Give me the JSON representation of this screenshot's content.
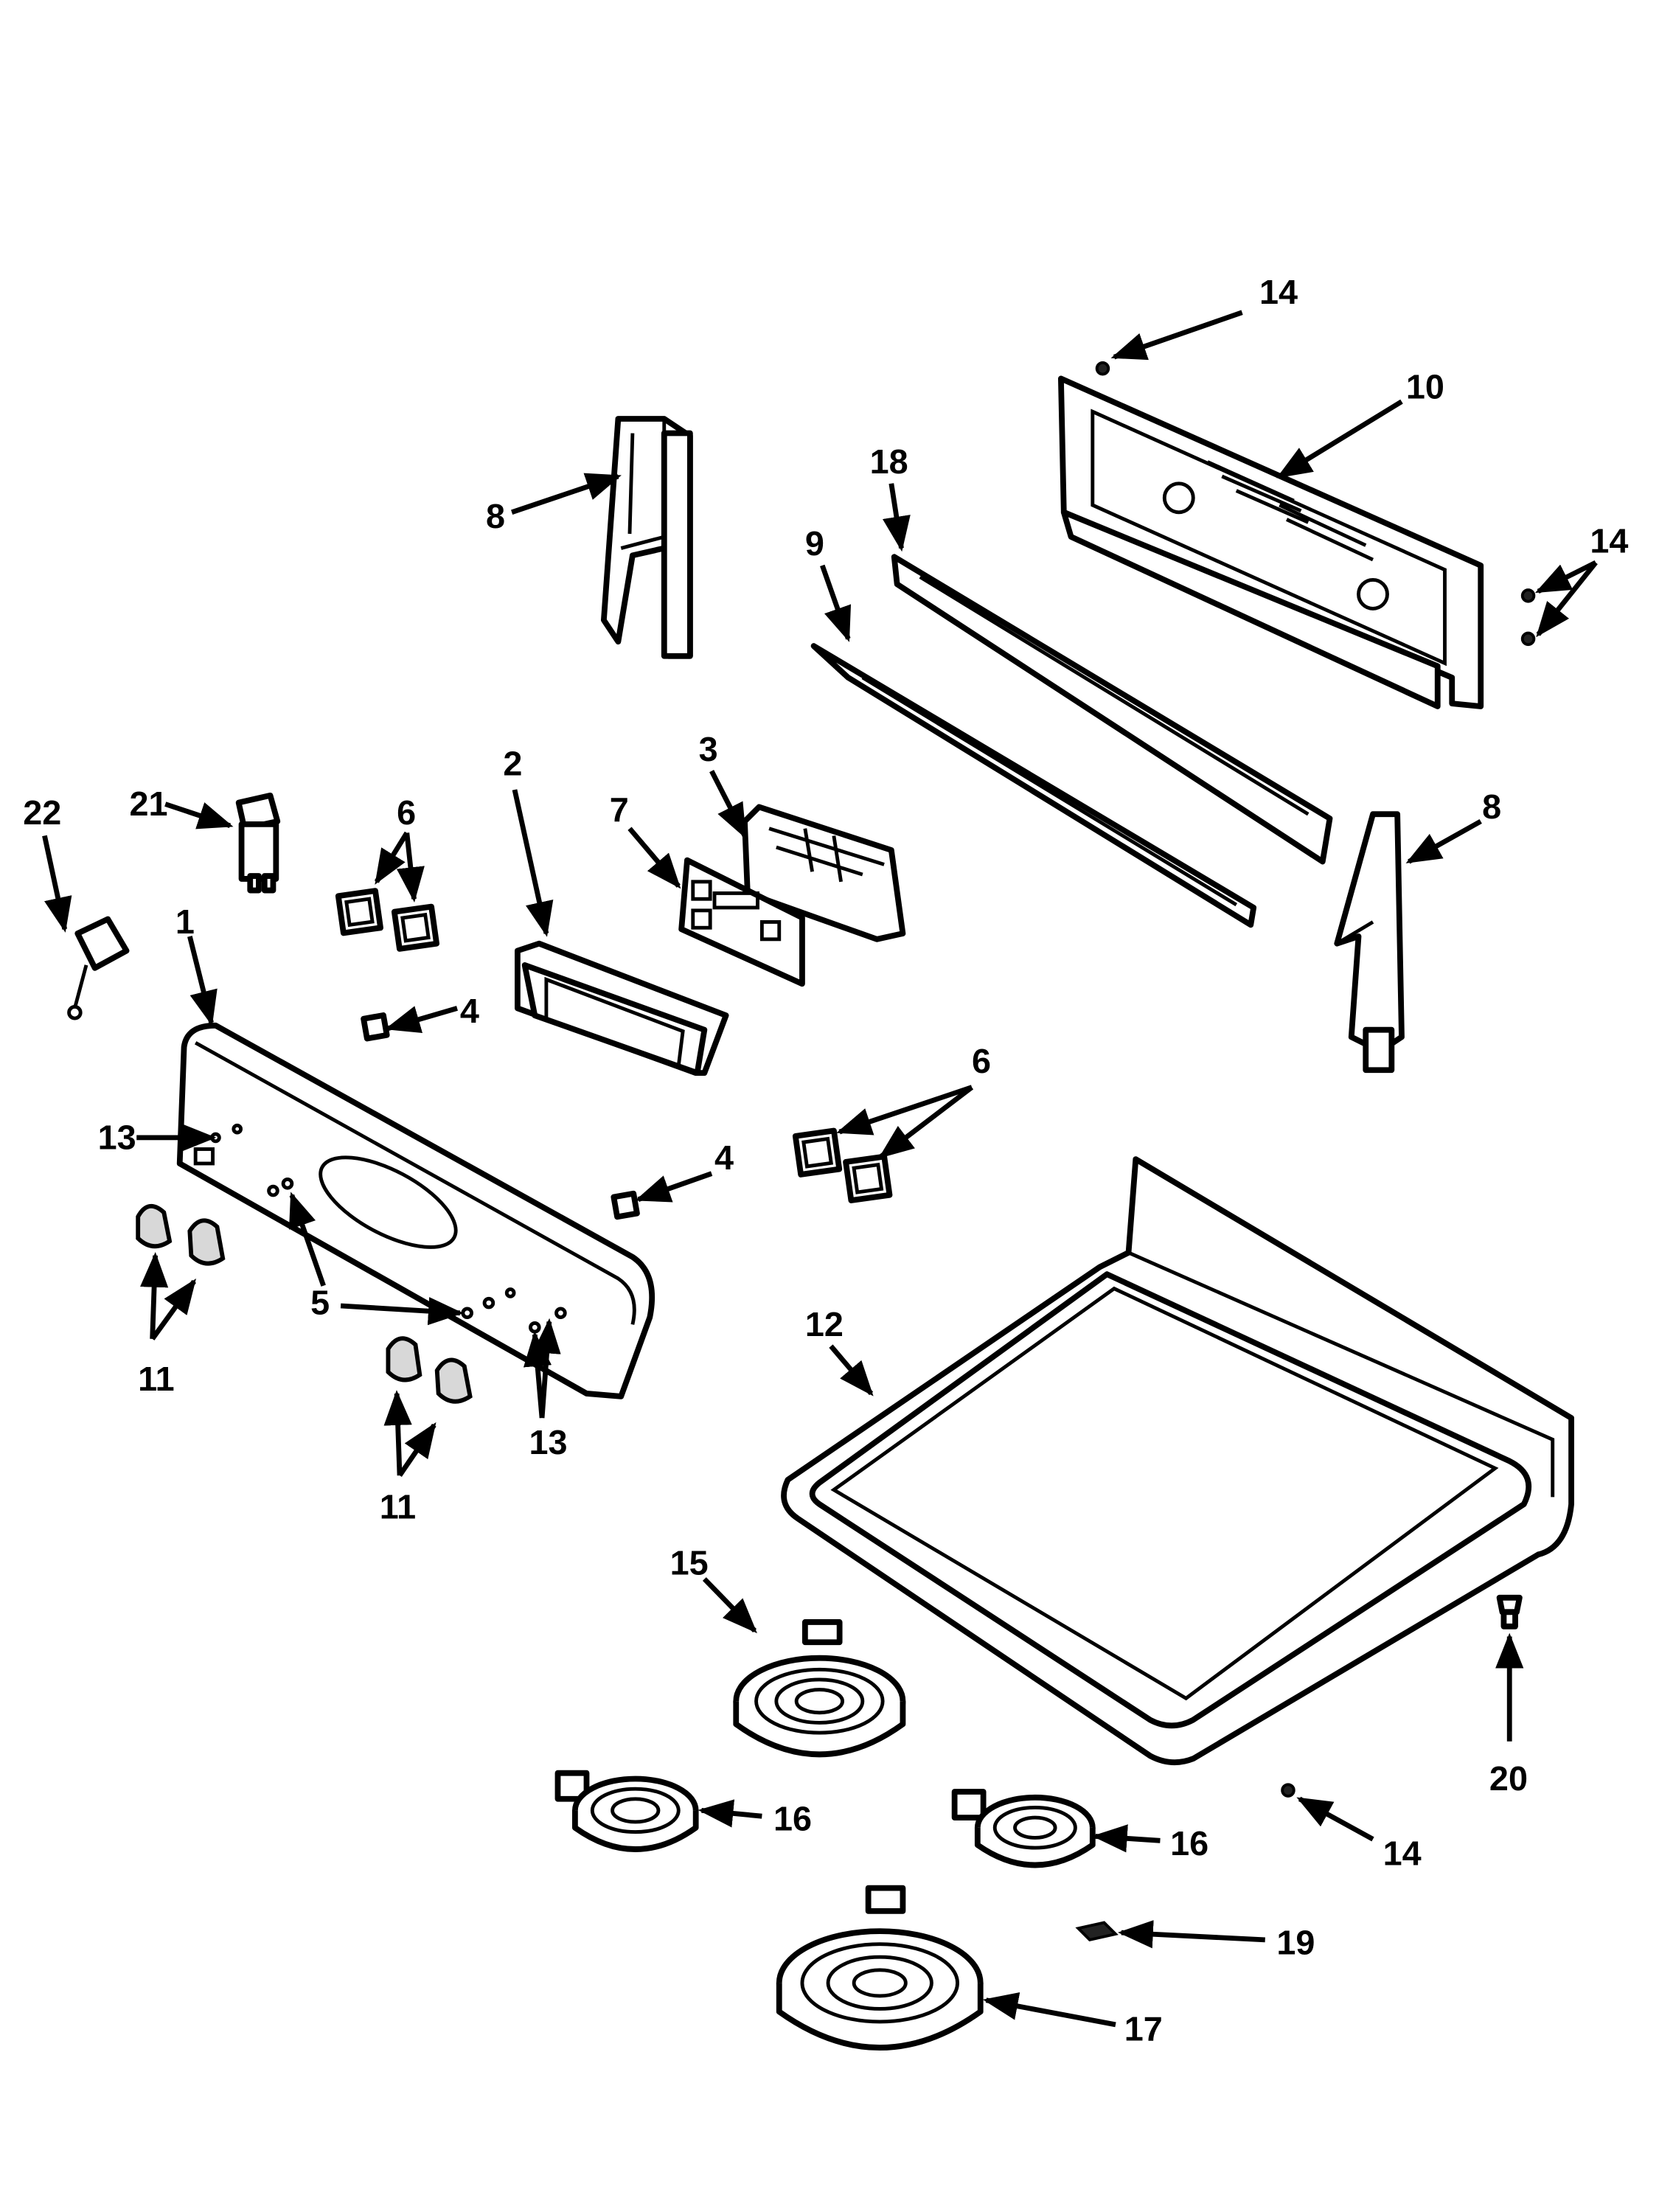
{
  "callouts": {
    "c1": "1",
    "c2": "2",
    "c3": "3",
    "c4a": "4",
    "c4b": "4",
    "c5": "5",
    "c6a": "6",
    "c6b": "6",
    "c7": "7",
    "c8a": "8",
    "c8b": "8",
    "c9": "9",
    "c10": "10",
    "c11a": "11",
    "c11b": "11",
    "c12": "12",
    "c13a": "13",
    "c13b": "13",
    "c14a": "14",
    "c14b": "14",
    "c14c": "14",
    "c15": "15",
    "c16a": "16",
    "c16b": "16",
    "c17": "17",
    "c18": "18",
    "c19": "19",
    "c20": "20",
    "c21": "21",
    "c22": "22"
  },
  "colors": {
    "line": "#000000",
    "background": "#ffffff"
  }
}
